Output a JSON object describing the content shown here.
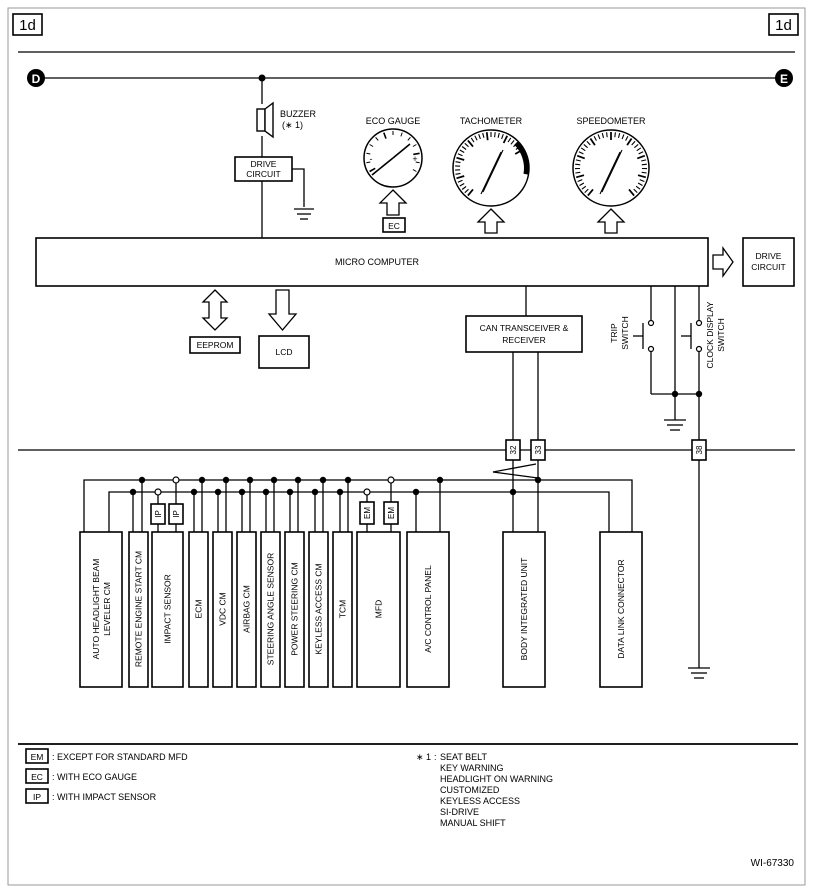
{
  "corner_labels": {
    "left": "1d",
    "right": "1d"
  },
  "connectors": {
    "left": "D",
    "right": "E"
  },
  "buzzer": {
    "label": "BUZZER",
    "note": "(∗ 1)"
  },
  "drive_circuit_upper": {
    "line1": "DRIVE",
    "line2": "CIRCUIT"
  },
  "gauges": {
    "eco": "ECO GAUGE",
    "eco_minus": "-",
    "eco_plus": "+",
    "tacho": "TACHOMETER",
    "speedo": "SPEEDOMETER"
  },
  "ec_badge": "EC",
  "micro_computer": "MICRO COMPUTER",
  "drive_circuit_right": {
    "line1": "DRIVE",
    "line2": "CIRCUIT"
  },
  "eeprom": "EEPROM",
  "lcd": "LCD",
  "can": {
    "line1": "CAN TRANSCEIVER &",
    "line2": "RECEIVER"
  },
  "trip_switch": {
    "line1": "TRIP",
    "line2": "SWITCH"
  },
  "clock_switch": {
    "line1": "CLOCK DISPLAY",
    "line2": "SWITCH"
  },
  "pins": {
    "p32": "32",
    "p33": "33",
    "p38": "38"
  },
  "small_badges": {
    "ip1": "IP",
    "ip2": "IP",
    "em1": "EM",
    "em2": "EM"
  },
  "modules": [
    {
      "label1": "AUTO HEADLIGHT BEAM",
      "label2": "LEVELER CM"
    },
    {
      "label1": "REMOTE ENGINE START CM",
      "label2": ""
    },
    {
      "label1": "IMPACT SENSOR",
      "label2": ""
    },
    {
      "label1": "ECM",
      "label2": ""
    },
    {
      "label1": "VDC CM",
      "label2": ""
    },
    {
      "label1": "AIRBAG CM",
      "label2": ""
    },
    {
      "label1": "STEERING ANGLE SENSOR",
      "label2": ""
    },
    {
      "label1": "POWER STEERING CM",
      "label2": ""
    },
    {
      "label1": "KEYLESS ACCESS CM",
      "label2": ""
    },
    {
      "label1": "TCM",
      "label2": ""
    },
    {
      "label1": "MFD",
      "label2": ""
    },
    {
      "label1": "A/C CONTROL PANEL",
      "label2": ""
    },
    {
      "label1": "BODY INTEGRATED UNIT",
      "label2": ""
    },
    {
      "label1": "DATA LINK CONNECTOR",
      "label2": ""
    }
  ],
  "legend": [
    {
      "badge": "EM",
      "text": ": EXCEPT FOR STANDARD MFD"
    },
    {
      "badge": "EC",
      "text": ": WITH ECO GAUGE"
    },
    {
      "badge": "IP",
      "text": ": WITH IMPACT SENSOR"
    }
  ],
  "footnote": {
    "marker": "∗ 1",
    "colon": ":",
    "items": [
      "SEAT BELT",
      "KEY WARNING",
      "HEADLIGHT ON WARNING",
      "CUSTOMIZED",
      "KEYLESS ACCESS",
      "SI-DRIVE",
      "MANUAL SHIFT"
    ]
  },
  "figure_id": "WI-67330"
}
